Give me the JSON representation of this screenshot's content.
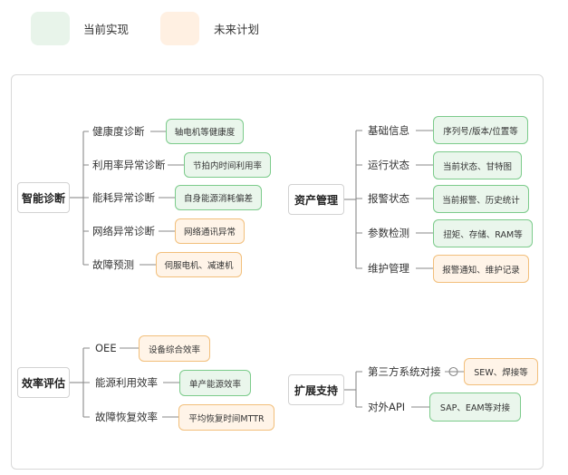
{
  "legend": {
    "current": {
      "label": "当前实现",
      "color": "#e8f4ea"
    },
    "future": {
      "label": "未来计划",
      "color": "#fff0e2"
    }
  },
  "colors": {
    "current_fill": "#eaf6ec",
    "current_border": "#7ccb8b",
    "future_fill": "#fff4e8",
    "future_border": "#f2bf7b",
    "line": "#8a8a8a"
  },
  "groups": {
    "diagnosis": {
      "title": "智能诊断",
      "items": [
        {
          "label": "健康度诊断",
          "tag": "轴电机等健康度",
          "status": "current"
        },
        {
          "label": "利用率异常诊断",
          "tag": "节拍内时间利用率",
          "status": "current"
        },
        {
          "label": "能耗异常诊断",
          "tag": "自身能源消耗偏差",
          "status": "current"
        },
        {
          "label": "网络异常诊断",
          "tag": "网络通讯异常",
          "status": "future"
        },
        {
          "label": "故障预测",
          "tag": "伺服电机、减速机",
          "status": "future"
        }
      ]
    },
    "asset": {
      "title": "资产管理",
      "items": [
        {
          "label": "基础信息",
          "tag": "序列号/版本/位置等",
          "status": "current"
        },
        {
          "label": "运行状态",
          "tag": "当前状态、甘特图",
          "status": "current"
        },
        {
          "label": "报警状态",
          "tag": "当前报警、历史统计",
          "status": "current"
        },
        {
          "label": "参数检测",
          "tag": "扭矩、存储、RAM等",
          "status": "current"
        },
        {
          "label": "维护管理",
          "tag": "报警通知、维护记录",
          "status": "future"
        }
      ]
    },
    "efficiency": {
      "title": "效率评估",
      "items": [
        {
          "label": "OEE",
          "tag": "设备综合效率",
          "status": "future"
        },
        {
          "label": "能源利用效率",
          "tag": "单产能源效率",
          "status": "current"
        },
        {
          "label": "故障恢复效率",
          "tag": "平均恢复时间MTTR",
          "status": "future"
        }
      ]
    },
    "extension": {
      "title": "扩展支持",
      "items": [
        {
          "label": "第三方系统对接",
          "tag": "SEW、焊接等",
          "status": "future"
        },
        {
          "label": "对外API",
          "tag": "SAP、EAM等对接",
          "status": "current"
        }
      ]
    }
  }
}
